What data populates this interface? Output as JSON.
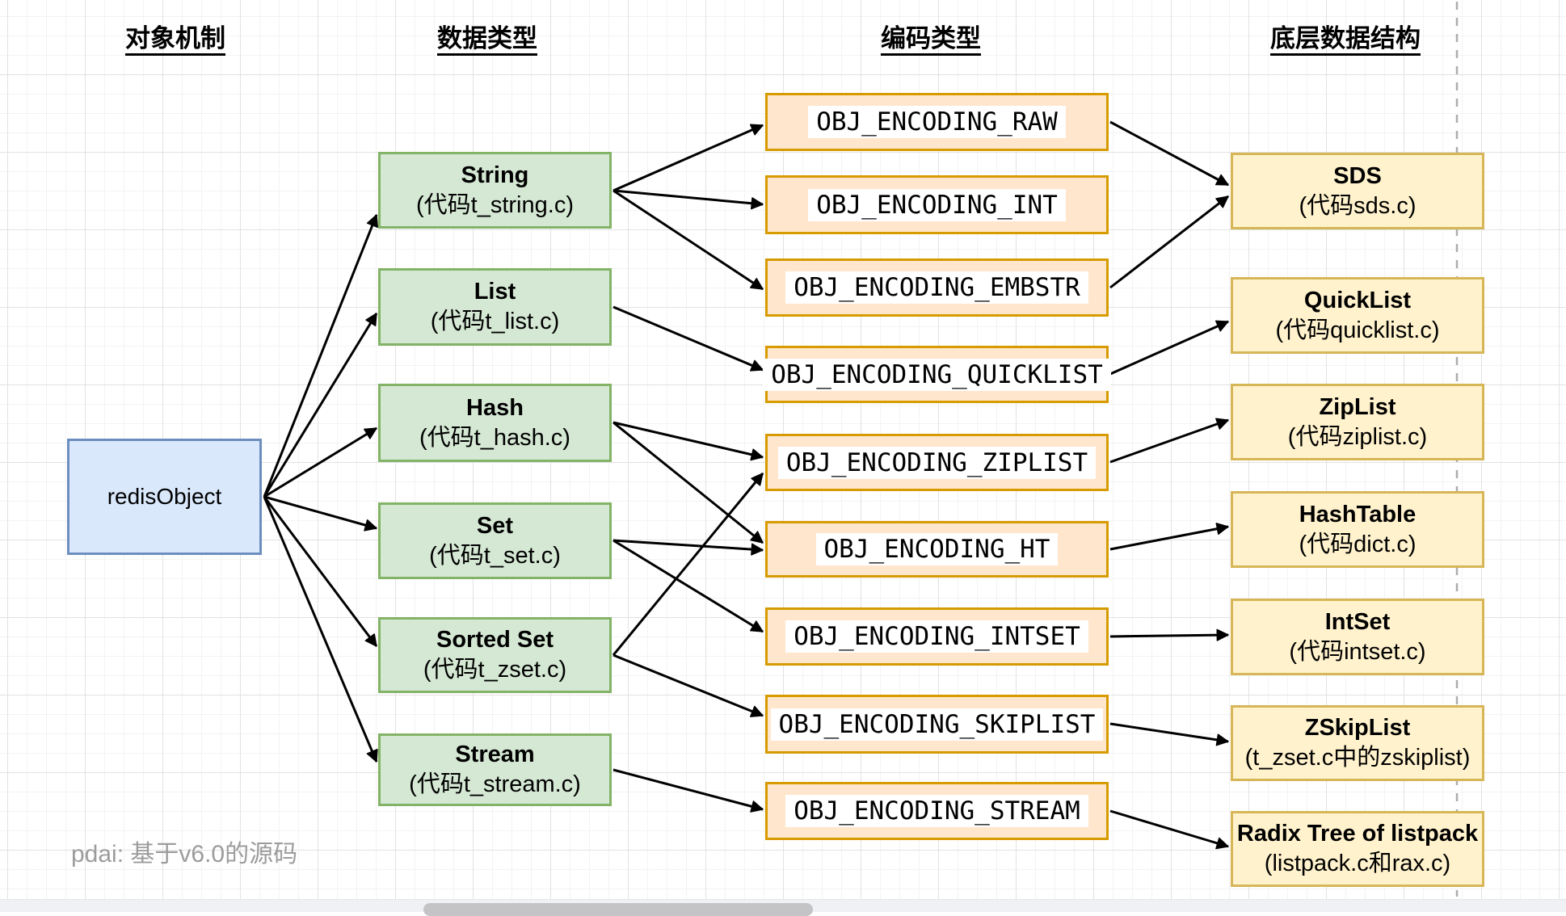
{
  "headers": {
    "object_mechanism": "对象机制",
    "data_type": "数据类型",
    "encoding_type": "编码类型",
    "underlying_structure": "底层数据结构"
  },
  "root": {
    "label": "redisObject"
  },
  "data_types": [
    {
      "title": "String",
      "subtitle": "(代码t_string.c)"
    },
    {
      "title": "List",
      "subtitle": "(代码t_list.c)"
    },
    {
      "title": "Hash",
      "subtitle": "(代码t_hash.c)"
    },
    {
      "title": "Set",
      "subtitle": "(代码t_set.c)"
    },
    {
      "title": "Sorted Set",
      "subtitle": "(代码t_zset.c)"
    },
    {
      "title": "Stream",
      "subtitle": "(代码t_stream.c)"
    }
  ],
  "encodings": [
    {
      "label": "OBJ_ENCODING_RAW"
    },
    {
      "label": "OBJ_ENCODING_INT"
    },
    {
      "label": "OBJ_ENCODING_EMBSTR"
    },
    {
      "label": "OBJ_ENCODING_QUICKLIST"
    },
    {
      "label": "OBJ_ENCODING_ZIPLIST"
    },
    {
      "label": "OBJ_ENCODING_HT"
    },
    {
      "label": "OBJ_ENCODING_INTSET"
    },
    {
      "label": "OBJ_ENCODING_SKIPLIST"
    },
    {
      "label": "OBJ_ENCODING_STREAM"
    }
  ],
  "structures": [
    {
      "title": "SDS",
      "subtitle": "(代码sds.c)"
    },
    {
      "title": "QuickList",
      "subtitle": "(代码quicklist.c)"
    },
    {
      "title": "ZipList",
      "subtitle": "(代码ziplist.c)"
    },
    {
      "title": "HashTable",
      "subtitle": "(代码dict.c)"
    },
    {
      "title": "IntSet",
      "subtitle": "(代码intset.c)"
    },
    {
      "title": "ZSkipList",
      "subtitle": "(t_zset.c中的zskiplist)"
    },
    {
      "title": "Radix Tree of listpack",
      "subtitle": "(listpack.c和rax.c)"
    }
  ],
  "edges": [
    {
      "from": "redisObject",
      "to": "String"
    },
    {
      "from": "redisObject",
      "to": "List"
    },
    {
      "from": "redisObject",
      "to": "Hash"
    },
    {
      "from": "redisObject",
      "to": "Set"
    },
    {
      "from": "redisObject",
      "to": "Sorted Set"
    },
    {
      "from": "redisObject",
      "to": "Stream"
    },
    {
      "from": "String",
      "to": "OBJ_ENCODING_RAW"
    },
    {
      "from": "String",
      "to": "OBJ_ENCODING_INT"
    },
    {
      "from": "String",
      "to": "OBJ_ENCODING_EMBSTR"
    },
    {
      "from": "List",
      "to": "OBJ_ENCODING_QUICKLIST"
    },
    {
      "from": "Hash",
      "to": "OBJ_ENCODING_ZIPLIST"
    },
    {
      "from": "Hash",
      "to": "OBJ_ENCODING_HT"
    },
    {
      "from": "Set",
      "to": "OBJ_ENCODING_HT"
    },
    {
      "from": "Set",
      "to": "OBJ_ENCODING_INTSET"
    },
    {
      "from": "Sorted Set",
      "to": "OBJ_ENCODING_ZIPLIST"
    },
    {
      "from": "Sorted Set",
      "to": "OBJ_ENCODING_SKIPLIST"
    },
    {
      "from": "Stream",
      "to": "OBJ_ENCODING_STREAM"
    },
    {
      "from": "OBJ_ENCODING_RAW",
      "to": "SDS"
    },
    {
      "from": "OBJ_ENCODING_EMBSTR",
      "to": "SDS"
    },
    {
      "from": "OBJ_ENCODING_QUICKLIST",
      "to": "QuickList"
    },
    {
      "from": "OBJ_ENCODING_ZIPLIST",
      "to": "ZipList"
    },
    {
      "from": "OBJ_ENCODING_HT",
      "to": "HashTable"
    },
    {
      "from": "OBJ_ENCODING_INTSET",
      "to": "IntSet"
    },
    {
      "from": "OBJ_ENCODING_SKIPLIST",
      "to": "ZSkipList"
    },
    {
      "from": "OBJ_ENCODING_STREAM",
      "to": "Radix Tree of listpack"
    }
  ],
  "footer": {
    "note": "pdai: 基于v6.0的源码"
  },
  "colors": {
    "blue_fill": "#dae8fc",
    "blue_stroke": "#6c8ebf",
    "green_fill": "#d5e8d4",
    "green_stroke": "#82b366",
    "orange_fill": "#ffe6cc",
    "orange_stroke": "#d79b00",
    "yellow_fill": "#fff2cc",
    "yellow_stroke": "#d6b656",
    "arrow": "#000000",
    "dashed_guide": "#adadad",
    "grid_minor": "#f3f3f3",
    "grid_major": "#e2e2e2",
    "footer_text": "#9c9c9c",
    "scrollbar_thumb": "#c4c4c7"
  }
}
